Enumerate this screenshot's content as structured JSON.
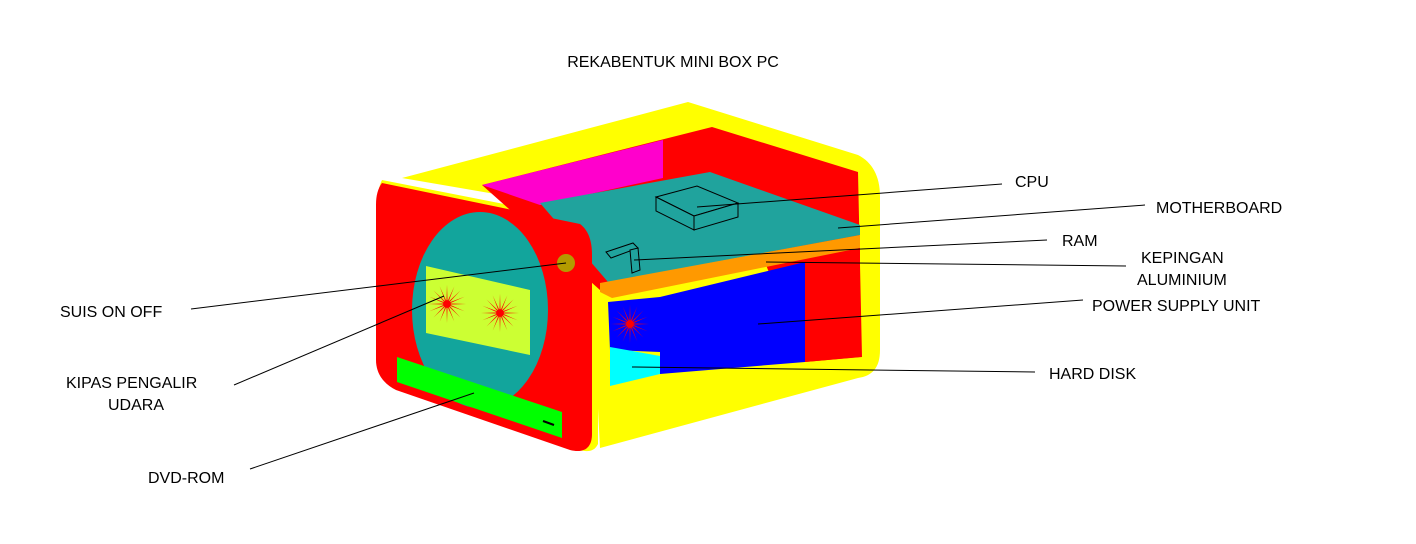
{
  "title": "REKABENTUK MINI BOX PC",
  "labels": {
    "cpu": "CPU",
    "motherboard": "MOTHERBOARD",
    "ram": "RAM",
    "aluminium_1": "KEPINGAN",
    "aluminium_2": "ALUMINIUM",
    "psu": "POWER SUPPLY UNIT",
    "hdd": "HARD DISK",
    "switch": "SUIS ON OFF",
    "fan_1": "KIPAS PENGALIR",
    "fan_2": "UDARA",
    "dvd": "DVD-ROM"
  },
  "colors": {
    "casing": "#ffff00",
    "front_panel": "#ff0000",
    "fan_disc": "#12a59c",
    "fan_grille": "#ccff33",
    "fan_blade": "#ff0000",
    "switch": "#b39b00",
    "dvd_tray": "#00ff00",
    "motherboard": "#20a39d",
    "aluminium_plate": "#ff9900",
    "psu": "#0000ff",
    "hdd": "#00ffff",
    "back_wall": "#ff00cc"
  }
}
